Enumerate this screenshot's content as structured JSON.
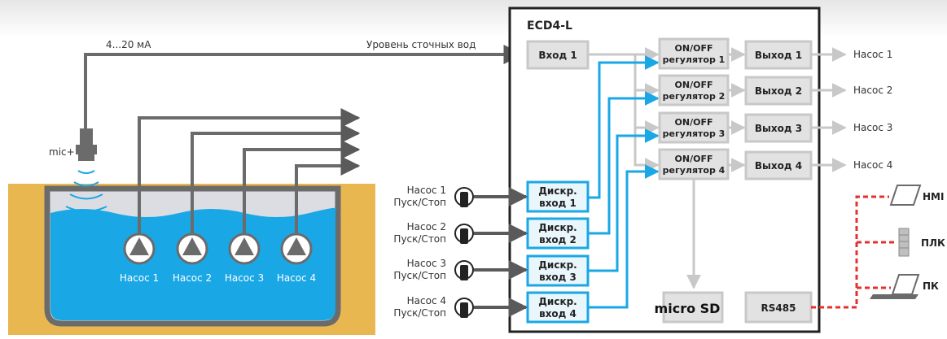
{
  "title": "ECD4-L",
  "signal_label": "4...20 мА",
  "level_label": "Уровень сточных вод",
  "sensor_label": "mic+",
  "inputs": {
    "analog": "Вход 1"
  },
  "regulators": [
    {
      "line1": "ON/OFF",
      "line2": "регулятор 1"
    },
    {
      "line1": "ON/OFF",
      "line2": "регулятор 2"
    },
    {
      "line1": "ON/OFF",
      "line2": "регулятор 3"
    },
    {
      "line1": "ON/OFF",
      "line2": "регулятор 4"
    }
  ],
  "outputs": [
    "Выход 1",
    "Выход 2",
    "Выход 3",
    "Выход 4"
  ],
  "out_targets": [
    "Насос 1",
    "Насос 2",
    "Насос 3",
    "Насос 4"
  ],
  "discrete_inputs": [
    {
      "line1": "Дискр.",
      "line2": "вход 1"
    },
    {
      "line1": "Дискр.",
      "line2": "вход 2"
    },
    {
      "line1": "Дискр.",
      "line2": "вход 3"
    },
    {
      "line1": "Дискр.",
      "line2": "вход 4"
    }
  ],
  "switches": [
    {
      "line1": "Насос 1",
      "line2": "Пуск/Стоп"
    },
    {
      "line1": "Насос 2",
      "line2": "Пуск/Стоп"
    },
    {
      "line1": "Насос 3",
      "line2": "Пуск/Стоп"
    },
    {
      "line1": "Насос 4",
      "line2": "Пуск/Стоп"
    }
  ],
  "tank_pumps": [
    "Насос 1",
    "Насос 2",
    "Насос 3",
    "Насос 4"
  ],
  "sd_logo": "micro SD",
  "rs485": "RS485",
  "devices": [
    "HMI",
    "ПЛК",
    "ПК"
  ],
  "colors": {
    "signal_line": "#5a5a5a",
    "control_line": "#1aa7e6",
    "internal_line": "#c8c8c8",
    "block_fill": "#e2e2e2",
    "discrete_fill": "#e9f7fd",
    "water": "#1aa7e6",
    "ground": "#e8b750",
    "comm_line": "#e53030"
  }
}
